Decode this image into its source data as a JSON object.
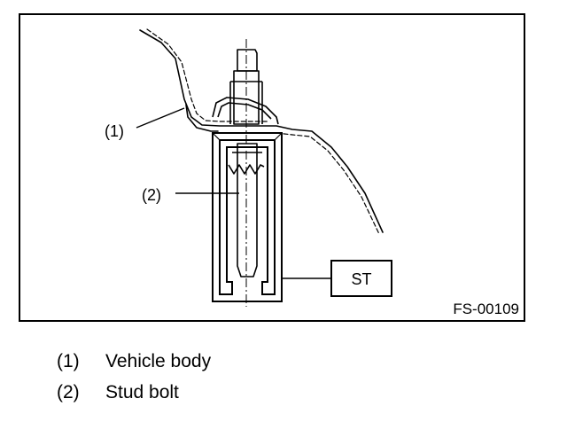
{
  "figure": {
    "callouts": [
      {
        "number": "(1)"
      },
      {
        "number": "(2)"
      }
    ],
    "tool_label": "ST",
    "figure_code": "FS-00109"
  },
  "legend": [
    {
      "number": "(1)",
      "text": "Vehicle body"
    },
    {
      "number": "(2)",
      "text": "Stud bolt"
    }
  ]
}
